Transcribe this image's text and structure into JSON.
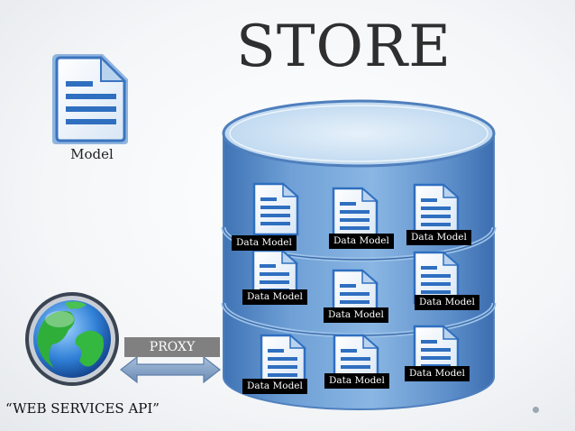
{
  "title": "STORE",
  "model_label": "Model",
  "proxy_label": "PROXY",
  "api_label": "“WEB SERVICES API”",
  "data_model_label": "Data Model",
  "colors": {
    "drum_fill": "#5b8fc9",
    "drum_top": "#cfe3f4",
    "doc_blue": "#2f6fc0",
    "label_bg": "#000000",
    "proxy_bg": "#808080",
    "arrow": "#7f9bbd"
  },
  "icons": {
    "model": "document-icon",
    "api": "globe-icon",
    "data_model": "document-icon"
  }
}
